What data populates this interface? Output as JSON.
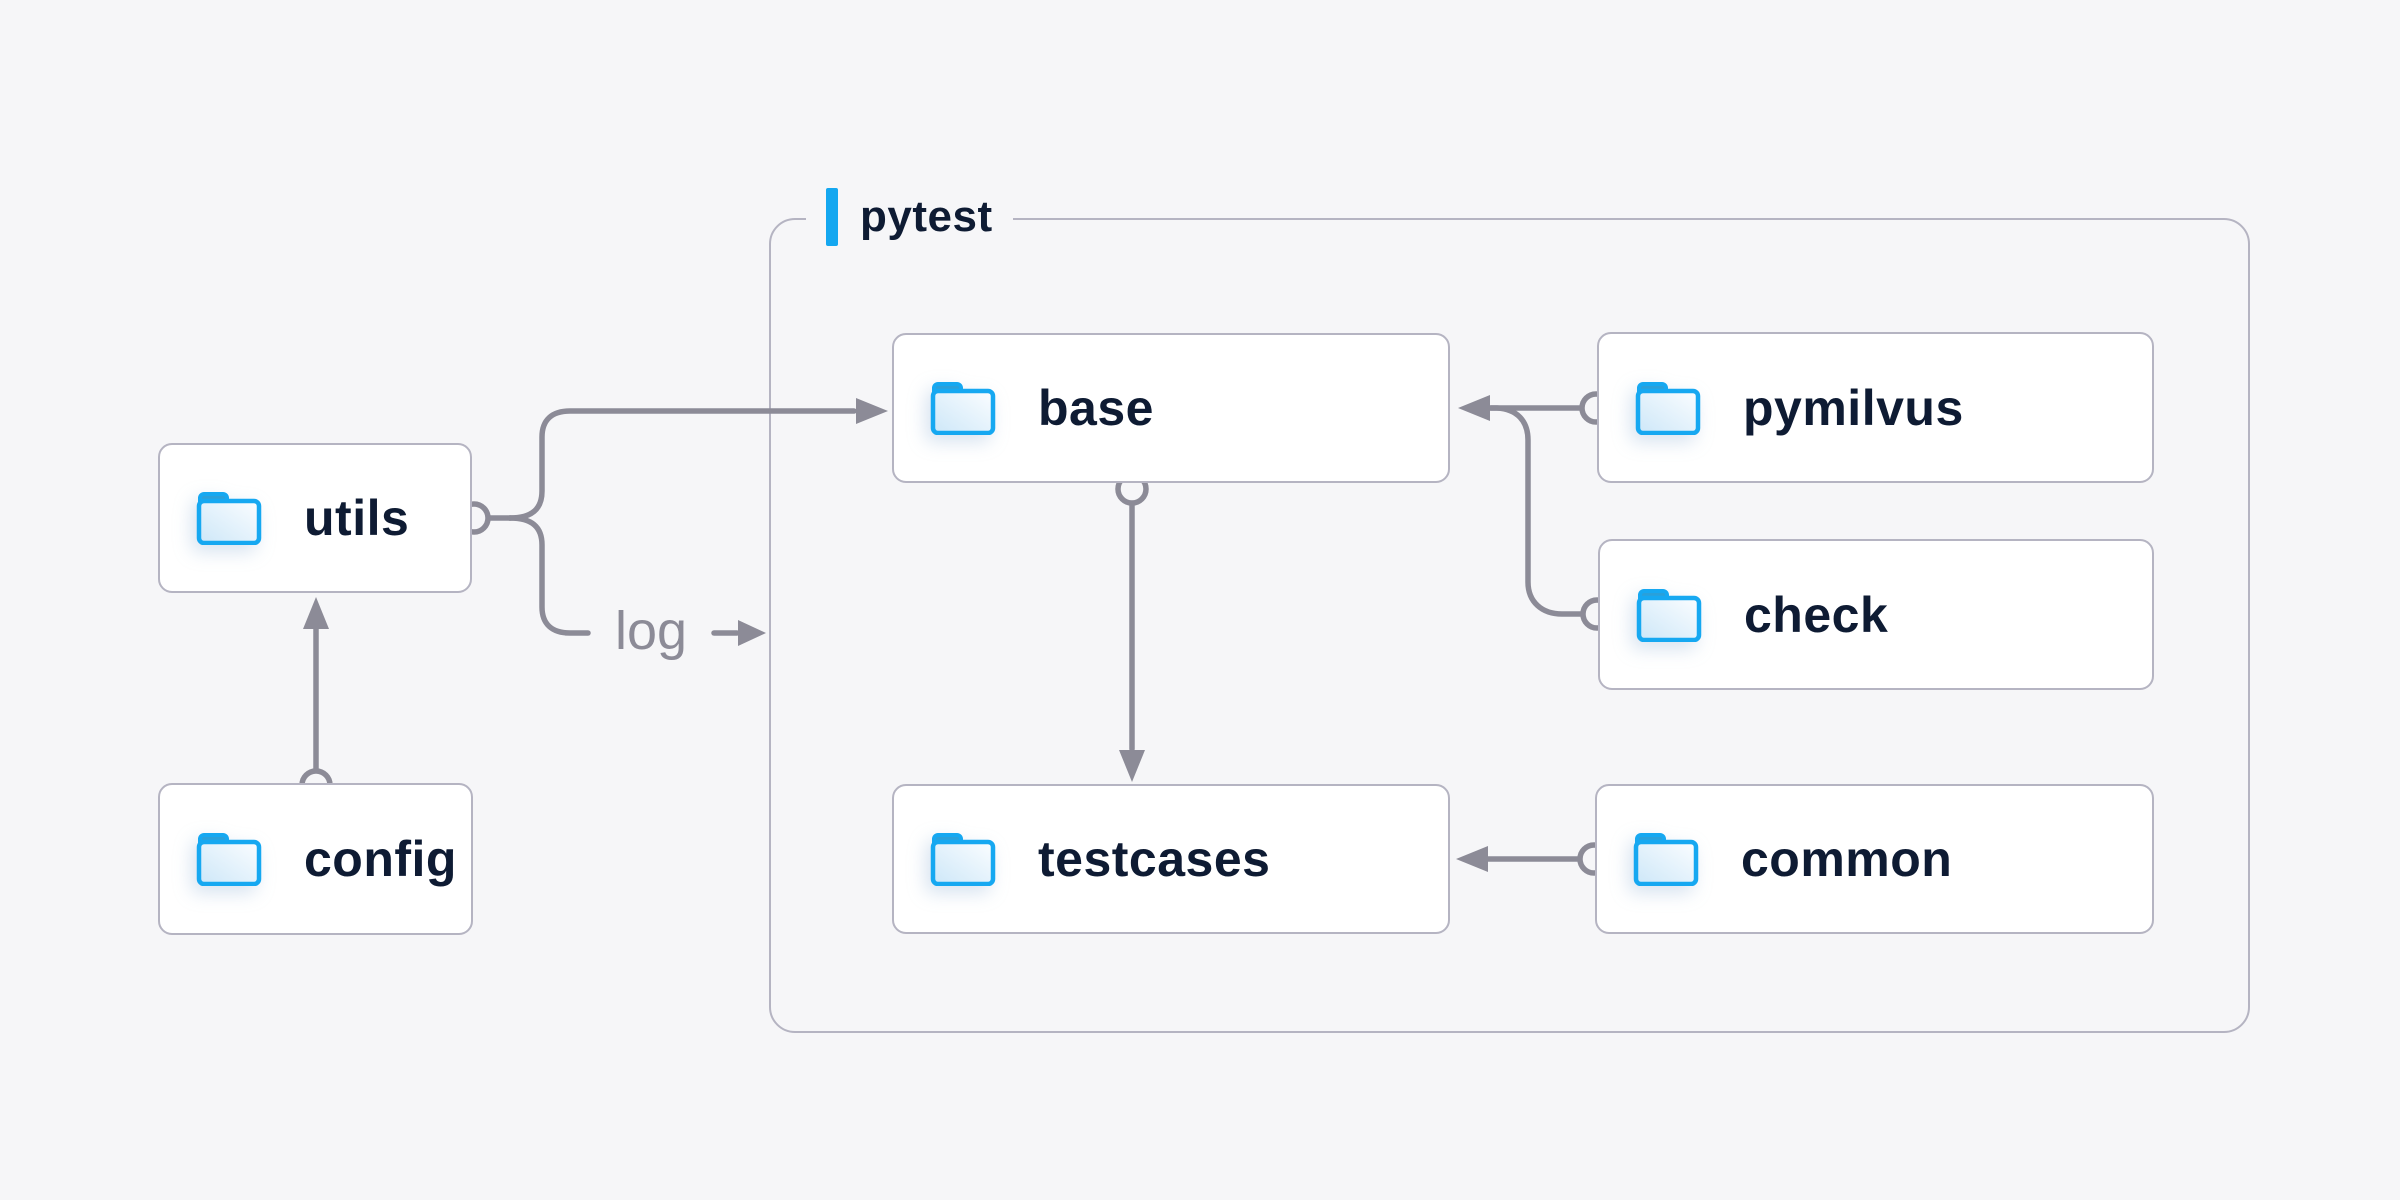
{
  "diagram": {
    "background": "#f6f6f8",
    "colors": {
      "accent_blue": "#14a7f0",
      "folder_outline_blue": "#16a8f1",
      "folder_tab_blue": "#2aa0da",
      "line_gray": "#8c8b97",
      "box_border_gray": "#b5b4c2",
      "text_navy": "#0e1b33"
    },
    "group": {
      "label": "pytest"
    },
    "nodes": {
      "utils": {
        "label": "utils",
        "icon": "folder-icon"
      },
      "config": {
        "label": "config",
        "icon": "folder-icon"
      },
      "base": {
        "label": "base",
        "icon": "folder-icon"
      },
      "pymilvus": {
        "label": "pymilvus",
        "icon": "folder-icon"
      },
      "check": {
        "label": "check",
        "icon": "folder-icon"
      },
      "testcases": {
        "label": "testcases",
        "icon": "folder-icon"
      },
      "common": {
        "label": "common",
        "icon": "folder-icon"
      }
    },
    "edge_label": "log",
    "edges": [
      {
        "from": "config",
        "to": "utils",
        "type": "arrow"
      },
      {
        "from": "utils",
        "to": "base",
        "type": "arrow"
      },
      {
        "from": "utils",
        "to": "log",
        "type": "labeled-arrow"
      },
      {
        "from": "base",
        "to": "testcases",
        "type": "arrow"
      },
      {
        "from": "pymilvus",
        "to": "base",
        "type": "arrow"
      },
      {
        "from": "check",
        "to": "base",
        "type": "arrow"
      },
      {
        "from": "common",
        "to": "testcases",
        "type": "arrow"
      }
    ]
  }
}
